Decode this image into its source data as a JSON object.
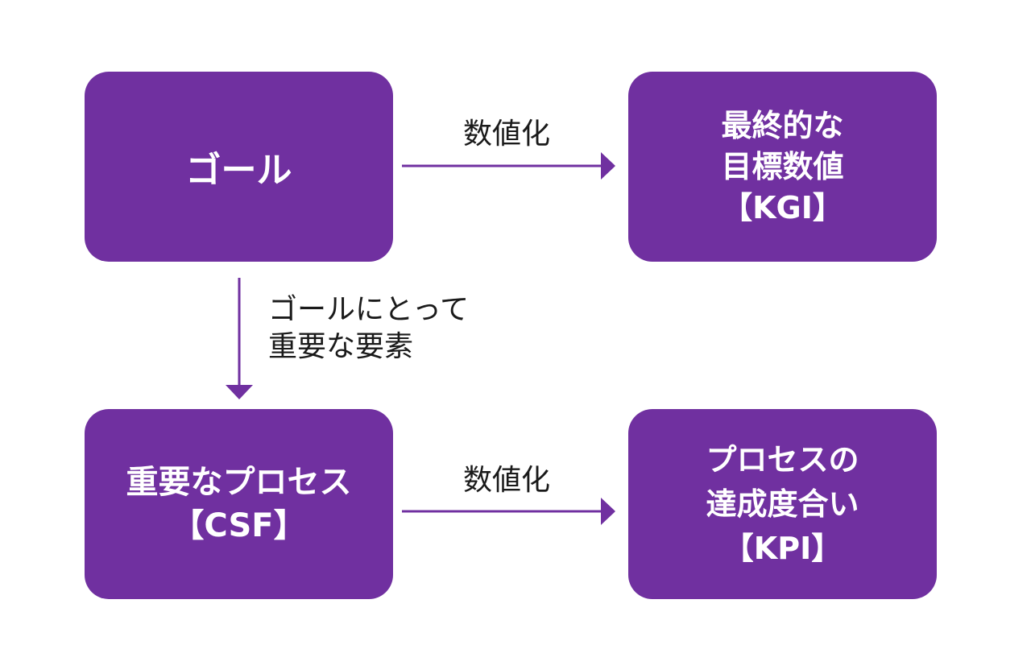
{
  "colors": {
    "box_fill": "#7030a0",
    "box_text": "#ffffff",
    "arrow": "#7030a0",
    "label_text": "#1a1a1a"
  },
  "boxes": {
    "goal": {
      "lines": [
        "ゴール"
      ]
    },
    "kgi": {
      "lines": [
        "最終的な",
        "目標数値",
        "【KGI】"
      ]
    },
    "csf": {
      "lines": [
        "重要なプロセス",
        "【CSF】"
      ]
    },
    "kpi": {
      "lines": [
        "プロセスの",
        "達成度合い",
        "【KPI】"
      ]
    }
  },
  "labels": {
    "top_arrow": "数値化",
    "bottom_arrow": "数値化",
    "middle_arrow": [
      "ゴールにとって",
      "重要な要素"
    ]
  }
}
